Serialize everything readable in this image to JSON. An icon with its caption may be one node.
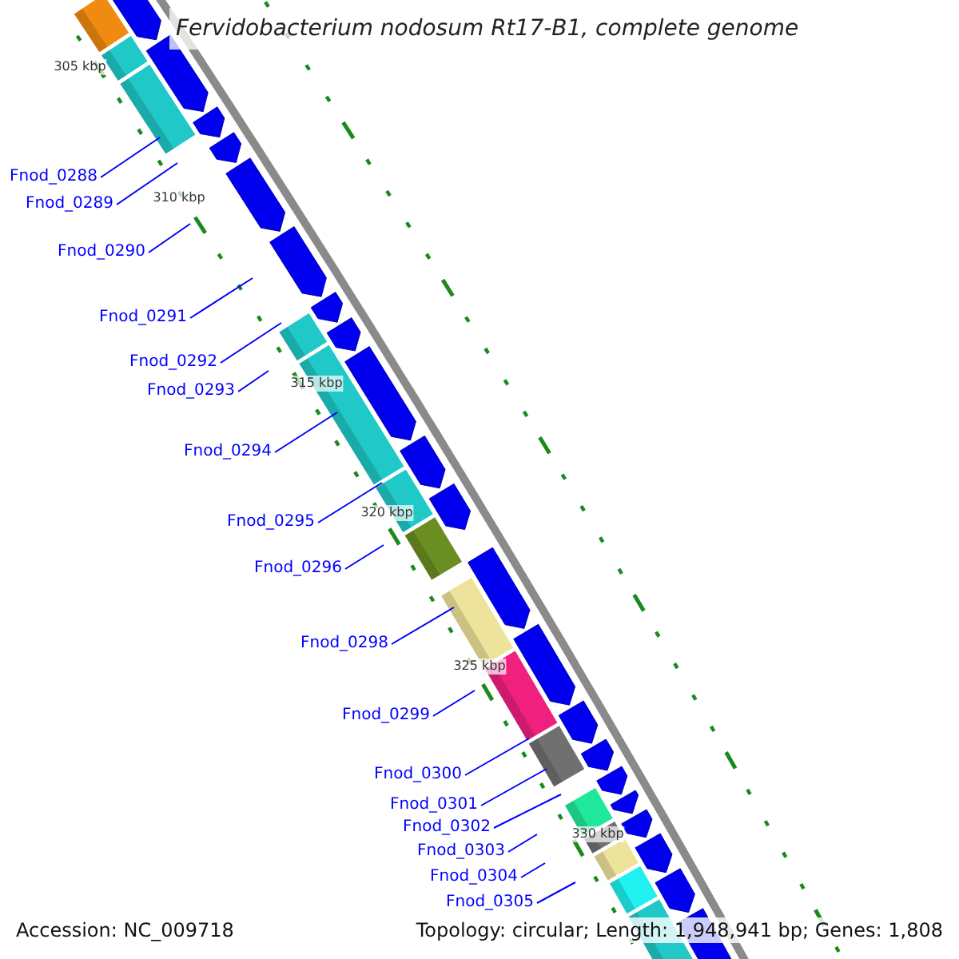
{
  "diagram": {
    "title": "Fervidobacterium nodosum Rt17-B1, complete genome",
    "nodes": [
      {
        "text": [
          "Fnod_0288"
        ]
      },
      {
        "text": [
          "Fnod_0289"
        ]
      },
      {
        "text": [
          "Fnod_0290"
        ]
      },
      {
        "text": [
          "Fnod_0291"
        ]
      },
      {
        "text": [
          "Fnod_0292"
        ]
      },
      {
        "text": [
          "Fnod_0293"
        ]
      },
      {
        "text": [
          "Fnod_0294"
        ]
      },
      {
        "text": [
          "Fnod_0295"
        ]
      },
      {
        "text": [
          "Fnod_0296"
        ]
      },
      {
        "text": [
          "Fnod_0298"
        ]
      },
      {
        "text": [
          "Fnod_0299"
        ]
      },
      {
        "text": [
          "Fnod_0300"
        ]
      },
      {
        "text": [
          "Fnod_0301"
        ]
      },
      {
        "text": [
          "Fnod_0302"
        ]
      },
      {
        "text": [
          "Fnod_0303"
        ]
      },
      {
        "text": [
          "Fnod_0304"
        ]
      },
      {
        "text": [
          "Fnod_0305"
        ]
      }
    ],
    "edges": [
      {
        "from": 0,
        "to": null,
        "arrow": "none"
      },
      {
        "from": 1,
        "to": null,
        "arrow": "none"
      },
      {
        "from": 2,
        "to": null,
        "arrow": "none"
      },
      {
        "from": 3,
        "to": null,
        "arrow": "none"
      },
      {
        "from": 4,
        "to": null,
        "arrow": "none"
      },
      {
        "from": 5,
        "to": null,
        "arrow": "none"
      },
      {
        "from": 6,
        "to": null,
        "arrow": "none"
      },
      {
        "from": 7,
        "to": null,
        "arrow": "none"
      },
      {
        "from": 8,
        "to": null,
        "arrow": "none"
      },
      {
        "from": 9,
        "to": null,
        "arrow": "none"
      },
      {
        "from": 10,
        "to": null,
        "arrow": "none"
      },
      {
        "from": 11,
        "to": null,
        "arrow": "none"
      },
      {
        "from": 12,
        "to": null,
        "arrow": "none"
      },
      {
        "from": 13,
        "to": null,
        "arrow": "none"
      },
      {
        "from": 14,
        "to": null,
        "arrow": "none"
      },
      {
        "from": 15,
        "to": null,
        "arrow": "none"
      },
      {
        "from": 16,
        "to": null,
        "arrow": "none"
      }
    ],
    "labels": [
      "305 kbp",
      "310 kbp",
      "315 kbp",
      "320 kbp",
      "325 kbp",
      "330 kbp",
      "Accession: NC_009718",
      "Topology: circular; Length: 1,948,941 bp; Genes: 1,808"
    ]
  }
}
